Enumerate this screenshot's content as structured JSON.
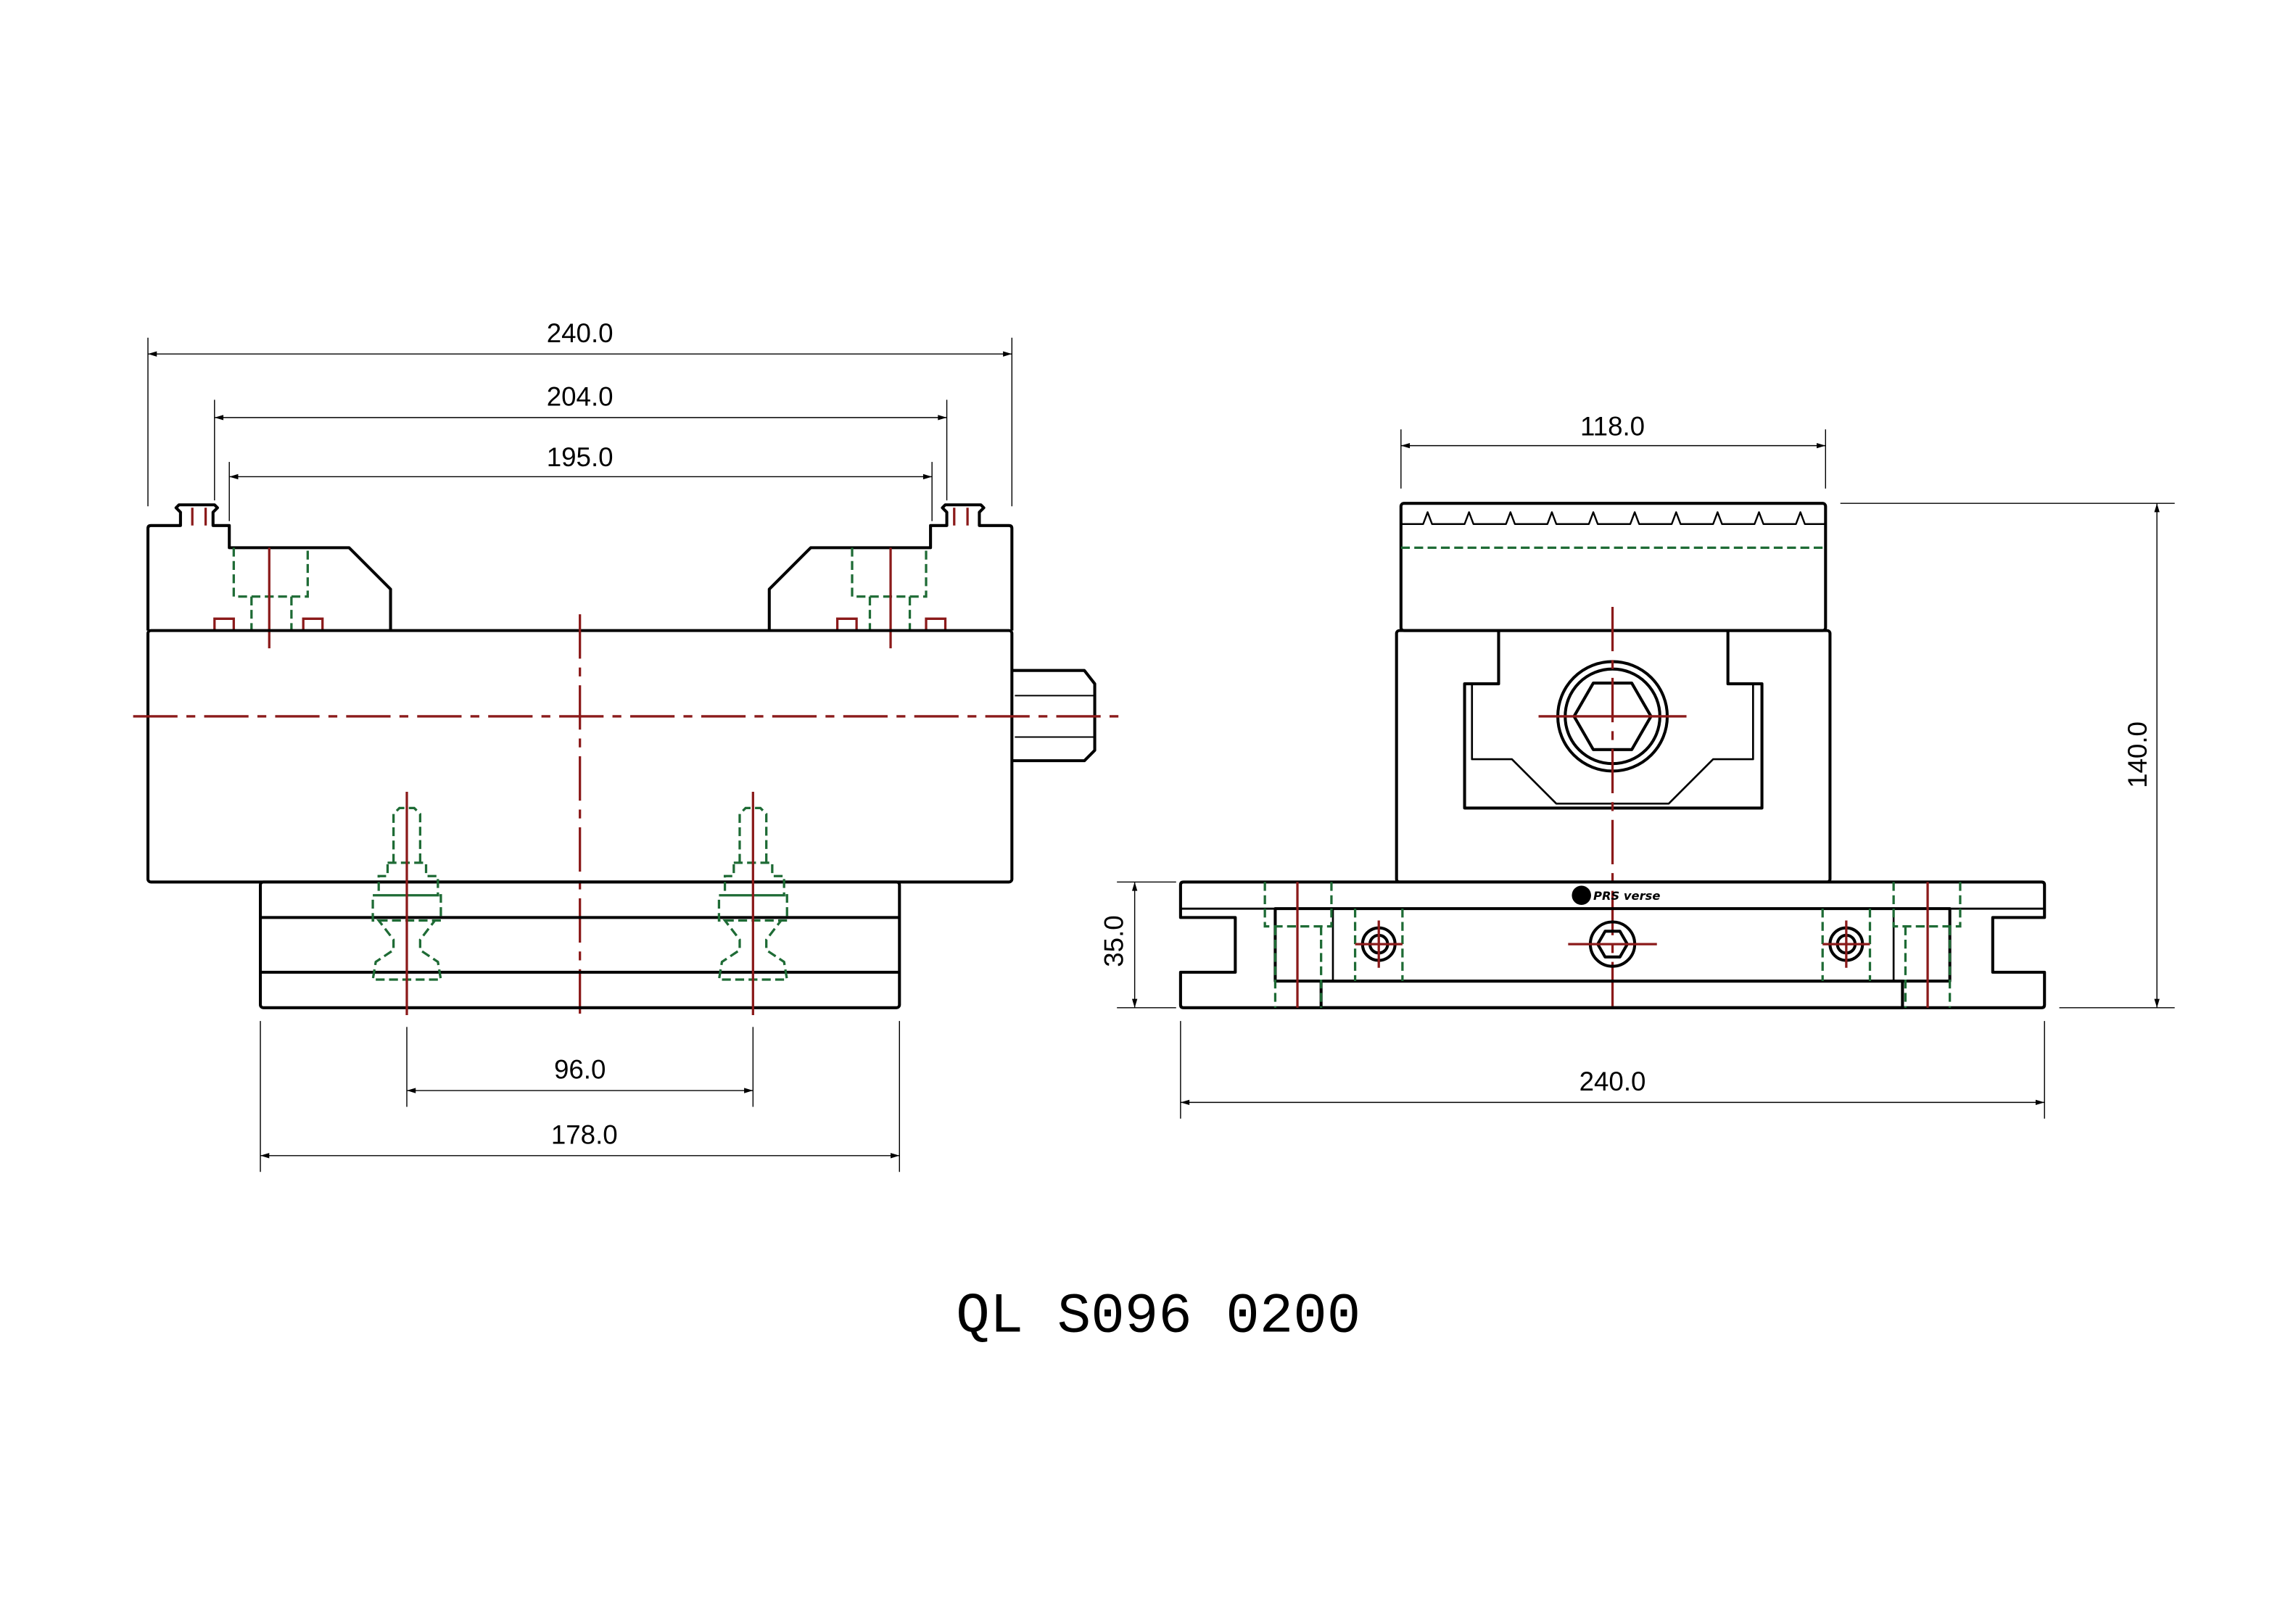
{
  "drawing": {
    "title": "QL S096 0200",
    "logo_text": "PRS verse",
    "colors": {
      "outline": "#000000",
      "centerline": "#8b1a1a",
      "hidden": "#1e6b35"
    },
    "front_view": {
      "dims": {
        "overall_width": "240.0",
        "jaw_outer": "204.0",
        "jaw_inner": "195.0",
        "pin_spacing": "96.0",
        "base_width": "178.0"
      }
    },
    "side_view": {
      "dims": {
        "jaw_width": "118.0",
        "total_height": "140.0",
        "base_height": "35.0",
        "base_width": "240.0"
      }
    }
  }
}
